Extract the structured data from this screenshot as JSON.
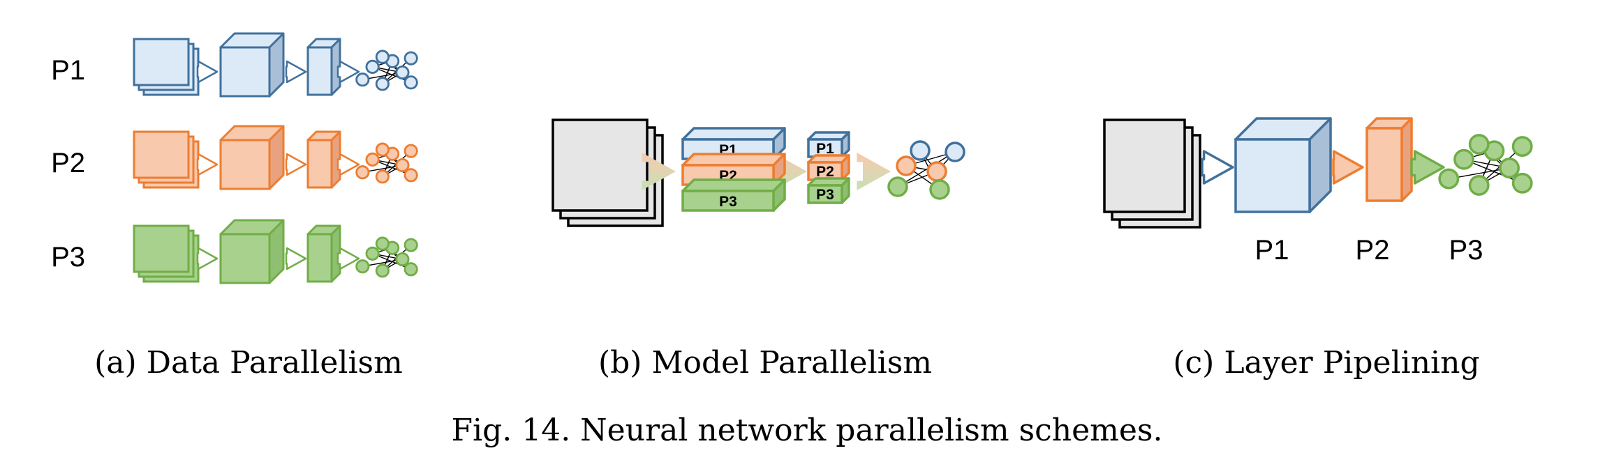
{
  "colors": {
    "blue": {
      "fill": "#dce9f7",
      "side": "#a9bfd8",
      "stroke": "#41719c"
    },
    "orange": {
      "fill": "#f8c9ad",
      "side": "#e9a27f",
      "stroke": "#ed7d31"
    },
    "green": {
      "fill": "#a9d18e",
      "side": "#8fbf70",
      "stroke": "#70ad47"
    },
    "gray": {
      "fill": "#e6e6e6",
      "stroke": "#000000"
    }
  },
  "panel_a": {
    "rows": [
      {
        "label": "P1",
        "color": "blue"
      },
      {
        "label": "P2",
        "color": "orange"
      },
      {
        "label": "P3",
        "color": "green"
      }
    ],
    "caption": "(a) Data Parallelism"
  },
  "panel_b": {
    "slabs": [
      "P1",
      "P2",
      "P3"
    ],
    "caption": "(b) Model Parallelism"
  },
  "panel_c": {
    "stages": [
      "P1",
      "P2",
      "P3"
    ],
    "caption": "(c) Layer Pipelining"
  },
  "figure_caption": "Fig. 14.  Neural network parallelism schemes."
}
